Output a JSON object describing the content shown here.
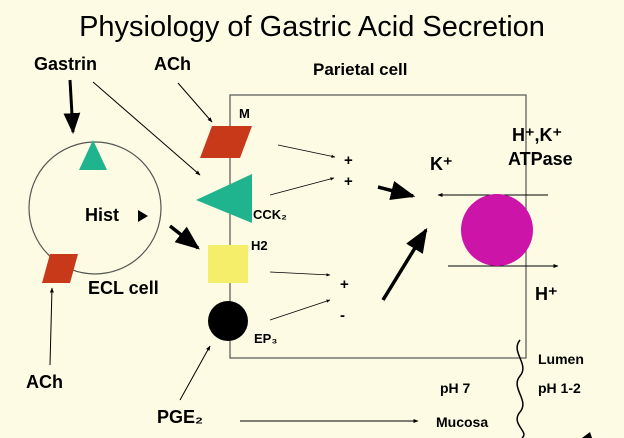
{
  "title": "Physiology of Gastric Acid Secretion",
  "labels": {
    "gastrin": "Gastrin",
    "ach_top": "ACh",
    "parietal_cell": "Parietal cell",
    "m_receptor": "M",
    "plus_1": "+",
    "plus_2": "+",
    "k_plus": "K⁺",
    "pump_line1": "H⁺,K⁺",
    "pump_line2": "ATPase",
    "hist": "Hist",
    "cck2": "CCK₂",
    "h2": "H2",
    "ecl_cell": "ECL cell",
    "plus_3": "+",
    "minus": "-",
    "h_plus": "H⁺",
    "ep3": "EP₃",
    "lumen": "Lumen",
    "ph7": "pH 7",
    "ph12": "pH 1-2",
    "ach_bottom": "ACh",
    "pge2": "PGE₂",
    "mucosa": "Mucosa"
  },
  "colors": {
    "background": "#fdfbe3",
    "muscarinic_receptor": "#c8391a",
    "cck2_receptor": "#1fb48e",
    "h2_receptor": "#f4ee6a",
    "ep3_receptor": "#000000",
    "proton_pump": "#cc14a8"
  }
}
